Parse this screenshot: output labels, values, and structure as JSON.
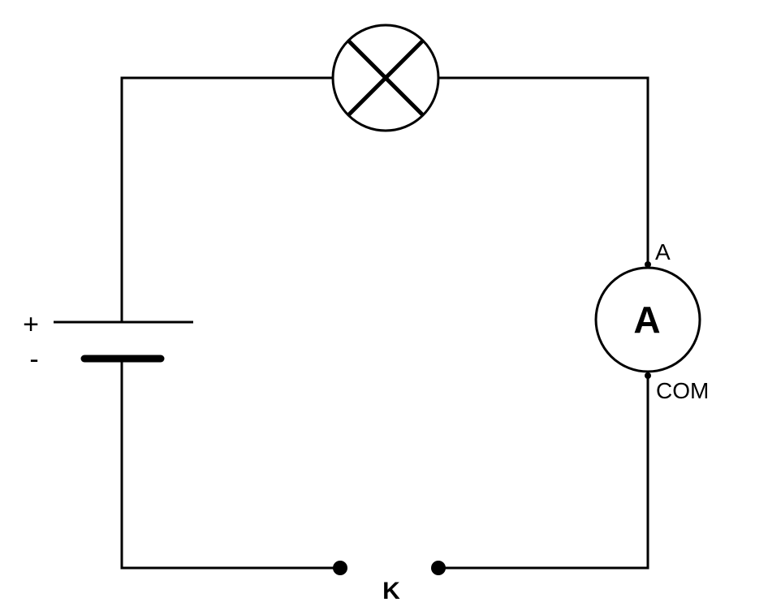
{
  "battery": {
    "plus_label": "+",
    "minus_label": "-"
  },
  "ammeter": {
    "symbol": "A",
    "terminal_positive": "A",
    "terminal_common": "COM"
  },
  "switch": {
    "label": "K"
  },
  "colors": {
    "wire": "#000000",
    "background": "#ffffff"
  }
}
